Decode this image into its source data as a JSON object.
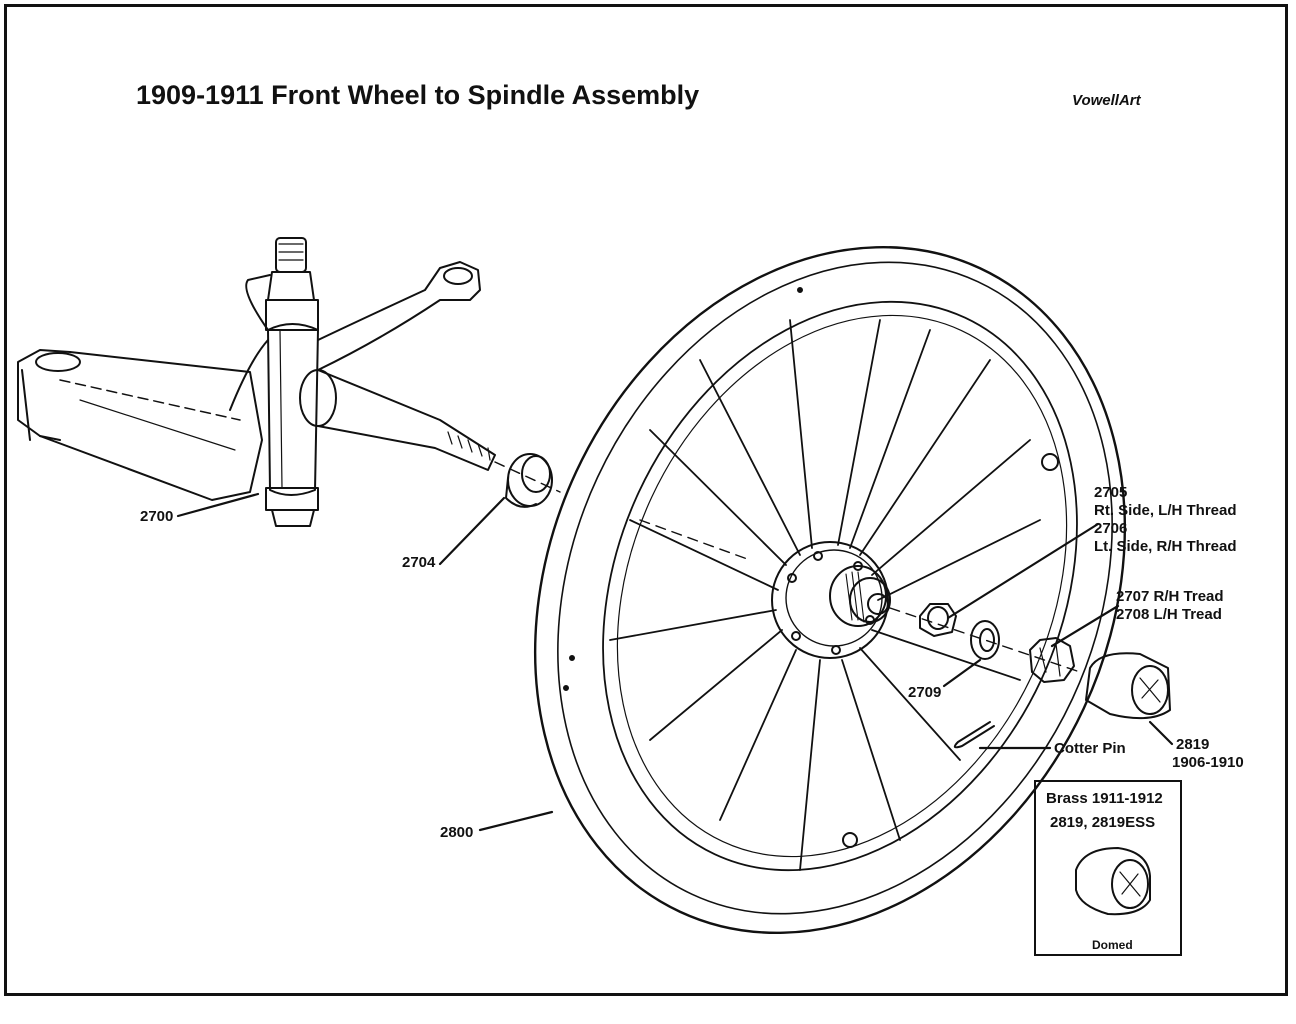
{
  "title": "1909-1911 Front Wheel to Spindle Assembly",
  "credit": "VowellArt",
  "callouts": {
    "c2700": "2700",
    "c2704": "2704",
    "c2705": "2705",
    "c2705_desc": "Rt. Side, L/H Thread",
    "c2706": "2706",
    "c2706_desc": "Lt. Side, R/H Thread",
    "c2707": "2707 R/H Tread",
    "c2708": "2708 L/H Tread",
    "c2709": "2709",
    "cotter": "Cotter Pin",
    "c2819": "2819",
    "c2819_years": "1906-1910",
    "c2800": "2800"
  },
  "inset": {
    "heading": "Brass 1911-1912",
    "parts": "2819,  2819ESS",
    "caption": "Domed"
  },
  "colors": {
    "ink": "#111111",
    "background": "#ffffff"
  }
}
